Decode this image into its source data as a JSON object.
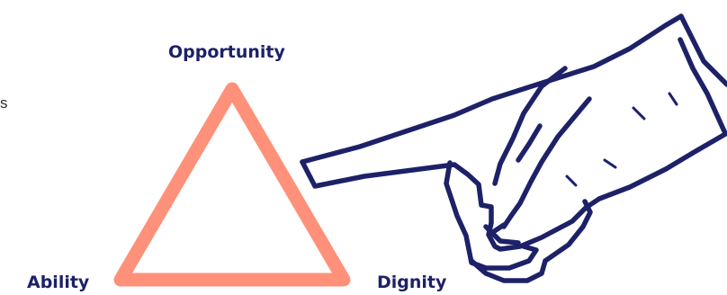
{
  "diagram": {
    "labels": {
      "top": "Opportunity",
      "bottom_left": "Ability",
      "bottom_right": "Dignity"
    },
    "clipped_text": "s"
  },
  "colors": {
    "triangle": "#ff917a",
    "hand_outline": "#1d2168",
    "label_text": "#1d2168",
    "background": "#ffffff"
  },
  "icons": {
    "triangle": "triangle-icon",
    "pointing_hand": "pointing-hand-icon"
  }
}
